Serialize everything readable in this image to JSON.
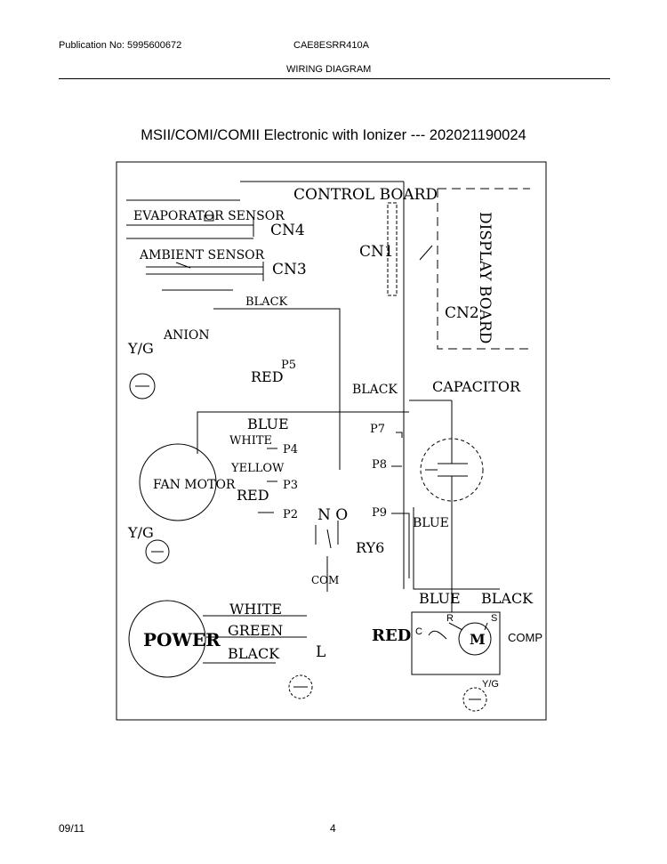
{
  "header": {
    "publication": "Publication No: 5995600672",
    "model": "CAE8ESRR410A",
    "section": "WIRING DIAGRAM"
  },
  "diagram": {
    "title": "MSII/COMI/COMII Electronic with Ionizer --- 202021190024",
    "labels": {
      "control_board": "CONTROL BOARD",
      "evaporator_sensor": "EVAPORATOR SENSOR",
      "cn4": "CN4",
      "ambient_sensor": "AMBIENT SENSOR",
      "cn3": "CN3",
      "cn1": "CN1",
      "display_board": "DISPLAY BOARD",
      "cn2": "CN2",
      "black_top": "BLACK",
      "anion": "ANION",
      "yg_1": "Y/G",
      "p5": "P5",
      "red_p5": "RED",
      "black_mid": "BLACK",
      "capacitor": "CAPACITOR",
      "blue_fan": "BLUE",
      "p7": "P7",
      "white_fan": "WHITE",
      "p4": "P4",
      "p8": "P8",
      "fan_motor": "FAN MOTOR",
      "yellow": "YELLOW",
      "p3": "P3",
      "red_fan": "RED",
      "p2": "P2",
      "no": "N O",
      "p9": "P9",
      "blue_p9": "BLUE",
      "yg_2": "Y/G",
      "ry6": "RY6",
      "com": "COM",
      "blue_comp": "BLUE",
      "black_comp": "BLACK",
      "white_power": "WHITE",
      "r": "R",
      "s": "S",
      "power": "POWER",
      "green": "GREEN",
      "black_power": "BLACK",
      "l": "L",
      "red_comp": "RED",
      "c": "C",
      "m": "M",
      "comp": "COMP",
      "yg_3": "Y/G"
    }
  },
  "footer": {
    "date": "09/11",
    "page": "4"
  }
}
